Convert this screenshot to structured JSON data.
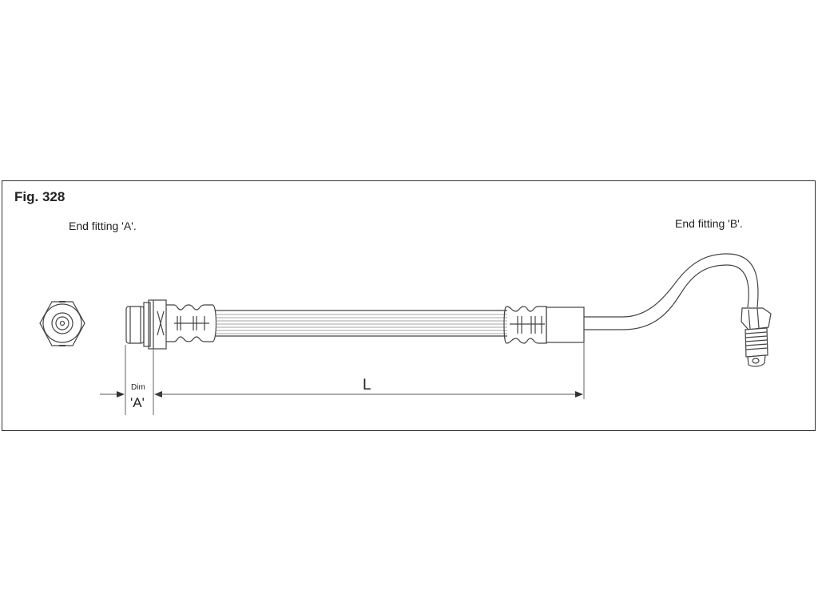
{
  "figure": {
    "title": "Fig. 328",
    "end_fitting_a": "End fitting 'A'.",
    "end_fitting_b": "End fitting 'B'."
  },
  "dimensions": {
    "dim_label": "Dim",
    "dim_value": "'A'",
    "length_label": "L"
  }
}
